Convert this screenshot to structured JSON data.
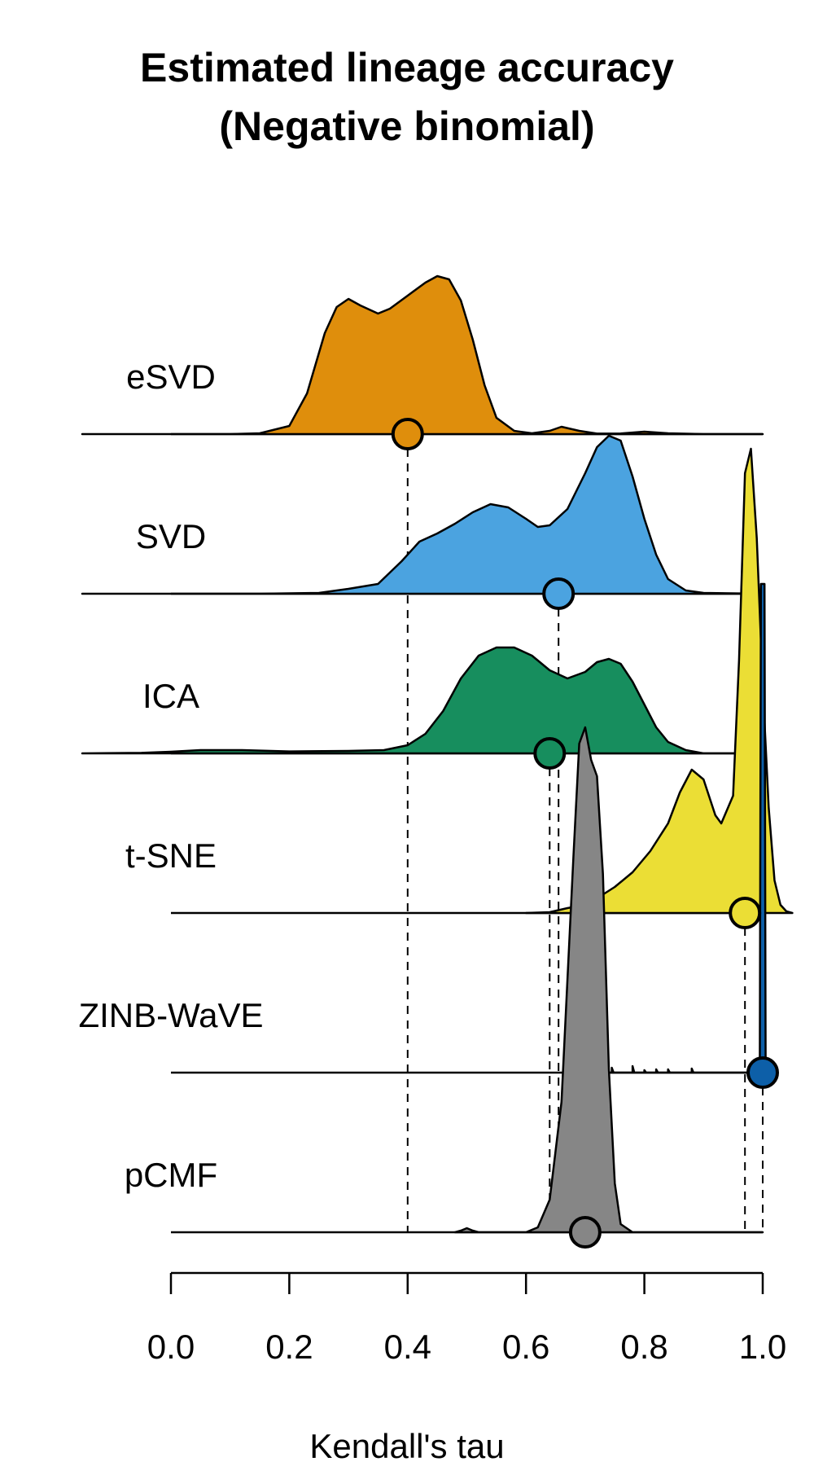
{
  "chart": {
    "title_line1": "Estimated lineage accuracy",
    "title_line2": "(Negative binomial)",
    "xlabel": "Kendall's tau"
  },
  "chart_data": {
    "type": "ridgeline density",
    "title": "Estimated lineage accuracy (Negative binomial)",
    "xlabel": "Kendall's tau",
    "ylabel": "",
    "xlim": [
      0.0,
      1.0
    ],
    "xticks": [
      "0.0",
      "0.2",
      "0.4",
      "0.6",
      "0.8",
      "1.0"
    ],
    "tick_values": [
      0.0,
      0.2,
      0.4,
      0.6,
      0.8,
      1.0
    ],
    "grid": false,
    "series": [
      {
        "name": "eSVD",
        "color": "#DF8E0C",
        "median": 0.4,
        "density": [
          [
            -0.15,
            0
          ],
          [
            0.1,
            0
          ],
          [
            0.15,
            0.005
          ],
          [
            0.2,
            0.05
          ],
          [
            0.23,
            0.25
          ],
          [
            0.26,
            0.62
          ],
          [
            0.28,
            0.78
          ],
          [
            0.3,
            0.83
          ],
          [
            0.32,
            0.79
          ],
          [
            0.35,
            0.74
          ],
          [
            0.37,
            0.77
          ],
          [
            0.4,
            0.85
          ],
          [
            0.43,
            0.93
          ],
          [
            0.45,
            0.97
          ],
          [
            0.47,
            0.95
          ],
          [
            0.49,
            0.82
          ],
          [
            0.51,
            0.58
          ],
          [
            0.53,
            0.3
          ],
          [
            0.55,
            0.1
          ],
          [
            0.58,
            0.02
          ],
          [
            0.61,
            0.005
          ],
          [
            0.64,
            0.02
          ],
          [
            0.66,
            0.045
          ],
          [
            0.69,
            0.02
          ],
          [
            0.72,
            0.003
          ],
          [
            0.76,
            0.004
          ],
          [
            0.8,
            0.015
          ],
          [
            0.84,
            0.005
          ],
          [
            0.9,
            0
          ],
          [
            1.0,
            0
          ]
        ]
      },
      {
        "name": "SVD",
        "color": "#4BA3E0",
        "median": 0.655,
        "density": [
          [
            -0.15,
            0
          ],
          [
            0.15,
            0
          ],
          [
            0.25,
            0.005
          ],
          [
            0.3,
            0.03
          ],
          [
            0.35,
            0.06
          ],
          [
            0.39,
            0.2
          ],
          [
            0.42,
            0.32
          ],
          [
            0.45,
            0.37
          ],
          [
            0.48,
            0.43
          ],
          [
            0.51,
            0.5
          ],
          [
            0.54,
            0.55
          ],
          [
            0.57,
            0.53
          ],
          [
            0.6,
            0.46
          ],
          [
            0.62,
            0.41
          ],
          [
            0.64,
            0.42
          ],
          [
            0.67,
            0.52
          ],
          [
            0.7,
            0.74
          ],
          [
            0.72,
            0.9
          ],
          [
            0.74,
            0.97
          ],
          [
            0.76,
            0.94
          ],
          [
            0.78,
            0.72
          ],
          [
            0.8,
            0.46
          ],
          [
            0.82,
            0.24
          ],
          [
            0.84,
            0.09
          ],
          [
            0.87,
            0.02
          ],
          [
            0.9,
            0.005
          ],
          [
            1.0,
            0
          ]
        ]
      },
      {
        "name": "ICA",
        "color": "#178E5E",
        "median": 0.64,
        "density": [
          [
            -0.15,
            0
          ],
          [
            -0.05,
            0.003
          ],
          [
            0.0,
            0.01
          ],
          [
            0.05,
            0.02
          ],
          [
            0.12,
            0.02
          ],
          [
            0.2,
            0.012
          ],
          [
            0.3,
            0.015
          ],
          [
            0.36,
            0.02
          ],
          [
            0.4,
            0.05
          ],
          [
            0.43,
            0.12
          ],
          [
            0.46,
            0.26
          ],
          [
            0.49,
            0.46
          ],
          [
            0.52,
            0.6
          ],
          [
            0.55,
            0.65
          ],
          [
            0.58,
            0.65
          ],
          [
            0.61,
            0.6
          ],
          [
            0.64,
            0.51
          ],
          [
            0.67,
            0.46
          ],
          [
            0.7,
            0.5
          ],
          [
            0.72,
            0.56
          ],
          [
            0.74,
            0.58
          ],
          [
            0.76,
            0.55
          ],
          [
            0.78,
            0.44
          ],
          [
            0.8,
            0.3
          ],
          [
            0.82,
            0.16
          ],
          [
            0.84,
            0.07
          ],
          [
            0.87,
            0.02
          ],
          [
            0.9,
            0
          ],
          [
            1.0,
            0
          ]
        ]
      },
      {
        "name": "t-SNE",
        "color": "#EBDE35",
        "median": 0.97,
        "density": [
          [
            0.6,
            0
          ],
          [
            0.64,
            0.005
          ],
          [
            0.67,
            0.03
          ],
          [
            0.7,
            0.05
          ],
          [
            0.72,
            0.09
          ],
          [
            0.75,
            0.16
          ],
          [
            0.78,
            0.25
          ],
          [
            0.81,
            0.38
          ],
          [
            0.84,
            0.55
          ],
          [
            0.86,
            0.74
          ],
          [
            0.88,
            0.88
          ],
          [
            0.9,
            0.82
          ],
          [
            0.92,
            0.6
          ],
          [
            0.93,
            0.55
          ],
          [
            0.95,
            0.72
          ],
          [
            0.96,
            1.55
          ],
          [
            0.97,
            2.7
          ],
          [
            0.98,
            2.85
          ],
          [
            0.99,
            2.3
          ],
          [
            1.0,
            1.4
          ],
          [
            1.01,
            0.65
          ],
          [
            1.02,
            0.2
          ],
          [
            1.03,
            0.05
          ],
          [
            1.04,
            0.01
          ],
          [
            1.05,
            0
          ]
        ]
      },
      {
        "name": "ZINB-WaVE",
        "color": "#0D5FA8",
        "median": 1.0,
        "density": [
          [
            0.72,
            0
          ],
          [
            0.745,
            0
          ],
          [
            0.745,
            0.03
          ],
          [
            0.748,
            0
          ],
          [
            0.78,
            0
          ],
          [
            0.78,
            0.04
          ],
          [
            0.783,
            0
          ],
          [
            0.8,
            0
          ],
          [
            0.8,
            0.015
          ],
          [
            0.803,
            0
          ],
          [
            0.82,
            0
          ],
          [
            0.82,
            0.02
          ],
          [
            0.823,
            0
          ],
          [
            0.84,
            0
          ],
          [
            0.84,
            0.02
          ],
          [
            0.843,
            0
          ],
          [
            0.88,
            0
          ],
          [
            0.88,
            0.025
          ],
          [
            0.883,
            0
          ],
          [
            0.995,
            0
          ],
          [
            0.997,
            3.0
          ],
          [
            1.003,
            3.0
          ],
          [
            1.005,
            0
          ],
          [
            1.01,
            0
          ]
        ]
      },
      {
        "name": "pCMF",
        "color": "#868686",
        "median": 0.7,
        "density": [
          [
            0.48,
            0
          ],
          [
            0.49,
            0.01
          ],
          [
            0.5,
            0.025
          ],
          [
            0.51,
            0.01
          ],
          [
            0.52,
            0
          ],
          [
            0.6,
            0
          ],
          [
            0.62,
            0.03
          ],
          [
            0.64,
            0.2
          ],
          [
            0.66,
            0.8
          ],
          [
            0.68,
            2.3
          ],
          [
            0.69,
            3.0
          ],
          [
            0.7,
            3.1
          ],
          [
            0.71,
            2.9
          ],
          [
            0.72,
            2.8
          ],
          [
            0.73,
            2.2
          ],
          [
            0.74,
            1.0
          ],
          [
            0.75,
            0.3
          ],
          [
            0.76,
            0.05
          ],
          [
            0.78,
            0
          ],
          [
            1.0,
            0
          ]
        ]
      }
    ]
  }
}
